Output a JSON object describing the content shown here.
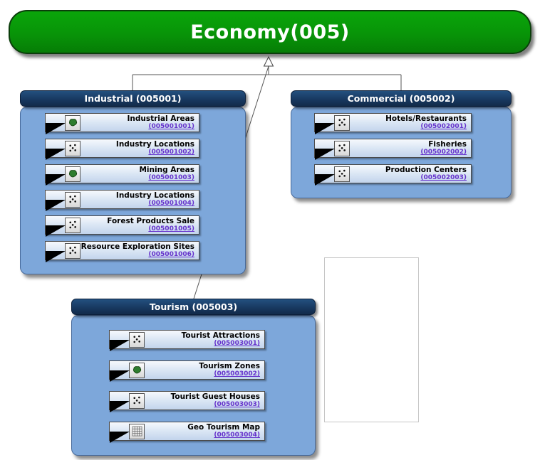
{
  "root": {
    "title": "Economy(005)"
  },
  "groups": [
    {
      "id": "industrial",
      "title": "Industrial (005001)",
      "items": [
        {
          "name": "Industrial Areas",
          "code": "(005001001)",
          "icon": "polygon"
        },
        {
          "name": "Industry Locations",
          "code": "(005001002)",
          "icon": "points"
        },
        {
          "name": "Mining Areas",
          "code": "(005001003)",
          "icon": "polygon"
        },
        {
          "name": "Industry Locations",
          "code": "(005001004)",
          "icon": "points"
        },
        {
          "name": "Forest Products Sale",
          "code": "(005001005)",
          "icon": "points"
        },
        {
          "name": "Resource Exploration Sites",
          "code": "(005001006)",
          "icon": "points"
        }
      ]
    },
    {
      "id": "commercial",
      "title": "Commercial (005002)",
      "items": [
        {
          "name": "Hotels/Restaurants",
          "code": "(005002001)",
          "icon": "points"
        },
        {
          "name": "Fisheries",
          "code": "(005002002)",
          "icon": "points"
        },
        {
          "name": "Production Centers",
          "code": "(005002003)",
          "icon": "points"
        }
      ]
    },
    {
      "id": "tourism",
      "title": "Tourism (005003)",
      "items": [
        {
          "name": "Tourist Attractions",
          "code": "(005003001)",
          "icon": "points"
        },
        {
          "name": "Tourism Zones",
          "code": "(005003002)",
          "icon": "polygon"
        },
        {
          "name": "Tourist Guest Houses",
          "code": "(005003003)",
          "icon": "points"
        },
        {
          "name": "Geo Tourism Map",
          "code": "(005003004)",
          "icon": "grid"
        }
      ]
    }
  ],
  "colors": {
    "root_green": "#089408",
    "header_navy": "#17375e",
    "body_blue": "#7da7da",
    "code_purple": "#6633cc"
  }
}
